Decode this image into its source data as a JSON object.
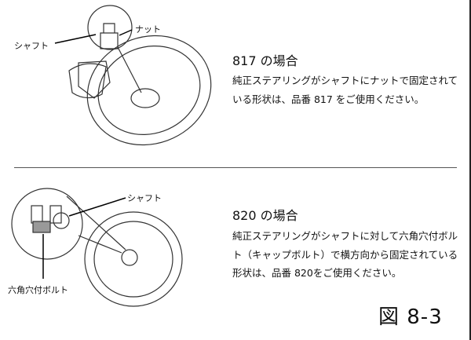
{
  "section1": {
    "heading": "817 の場合",
    "body": "純正ステアリングがシャフトにナットで固定されている形状は、品番 817 をご使用ください。",
    "labels": {
      "shaft": "シャフト",
      "nut": "ナット"
    }
  },
  "section2": {
    "heading": "820 の場合",
    "body": "純正ステアリングがシャフトに対して六角穴付ボルト（キャップボルト）で横方向から固定されている形状は、品番 820をご使用ください。",
    "labels": {
      "shaft": "シャフト",
      "bolt": "六角穴付ボルト"
    }
  },
  "figure_label": "図 8-3"
}
